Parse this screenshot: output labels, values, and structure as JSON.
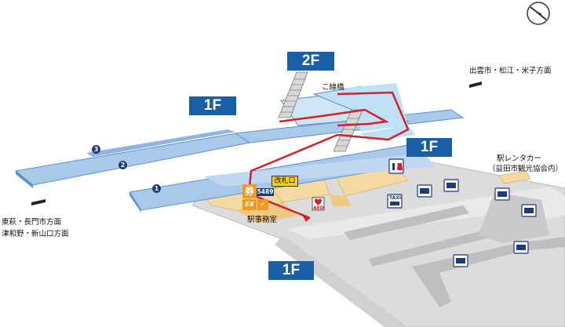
{
  "floors": {
    "f2": "2F",
    "f1_top": "1F",
    "f1_right": "1F",
    "f1_bottom": "1F"
  },
  "labels": {
    "bridge": "こ線橋",
    "izumo": "出雲市・松江・米子方面",
    "higashihagi_1": "東萩・長門市方面",
    "higashihagi_2": "津和野・新山口方面",
    "station_office": "駅事務室",
    "rental_1": "駅レンタカー",
    "rental_2": "（益田市観光協会内）",
    "gate": "改札口",
    "ticket": "券",
    "machine_num": "5489",
    "ex": "EX",
    "aed": "AED",
    "taxi": "TAXI"
  },
  "platforms": {
    "p1": "1",
    "p2": "2",
    "p3": "3"
  },
  "colors": {
    "platform": "#a9c9ea",
    "platform_dark": "#5a8fcc",
    "floor_badge": "#1a5fa6",
    "building": "#f5d9a2",
    "plaza": "#dcdcdc",
    "route": "#d4202a",
    "accent_orange": "#f39a1e"
  },
  "icons": [
    "compass-icon",
    "toilet-icon",
    "taxi-icon",
    "bus-icon",
    "aed-icon",
    "ticket-machine-icon"
  ]
}
